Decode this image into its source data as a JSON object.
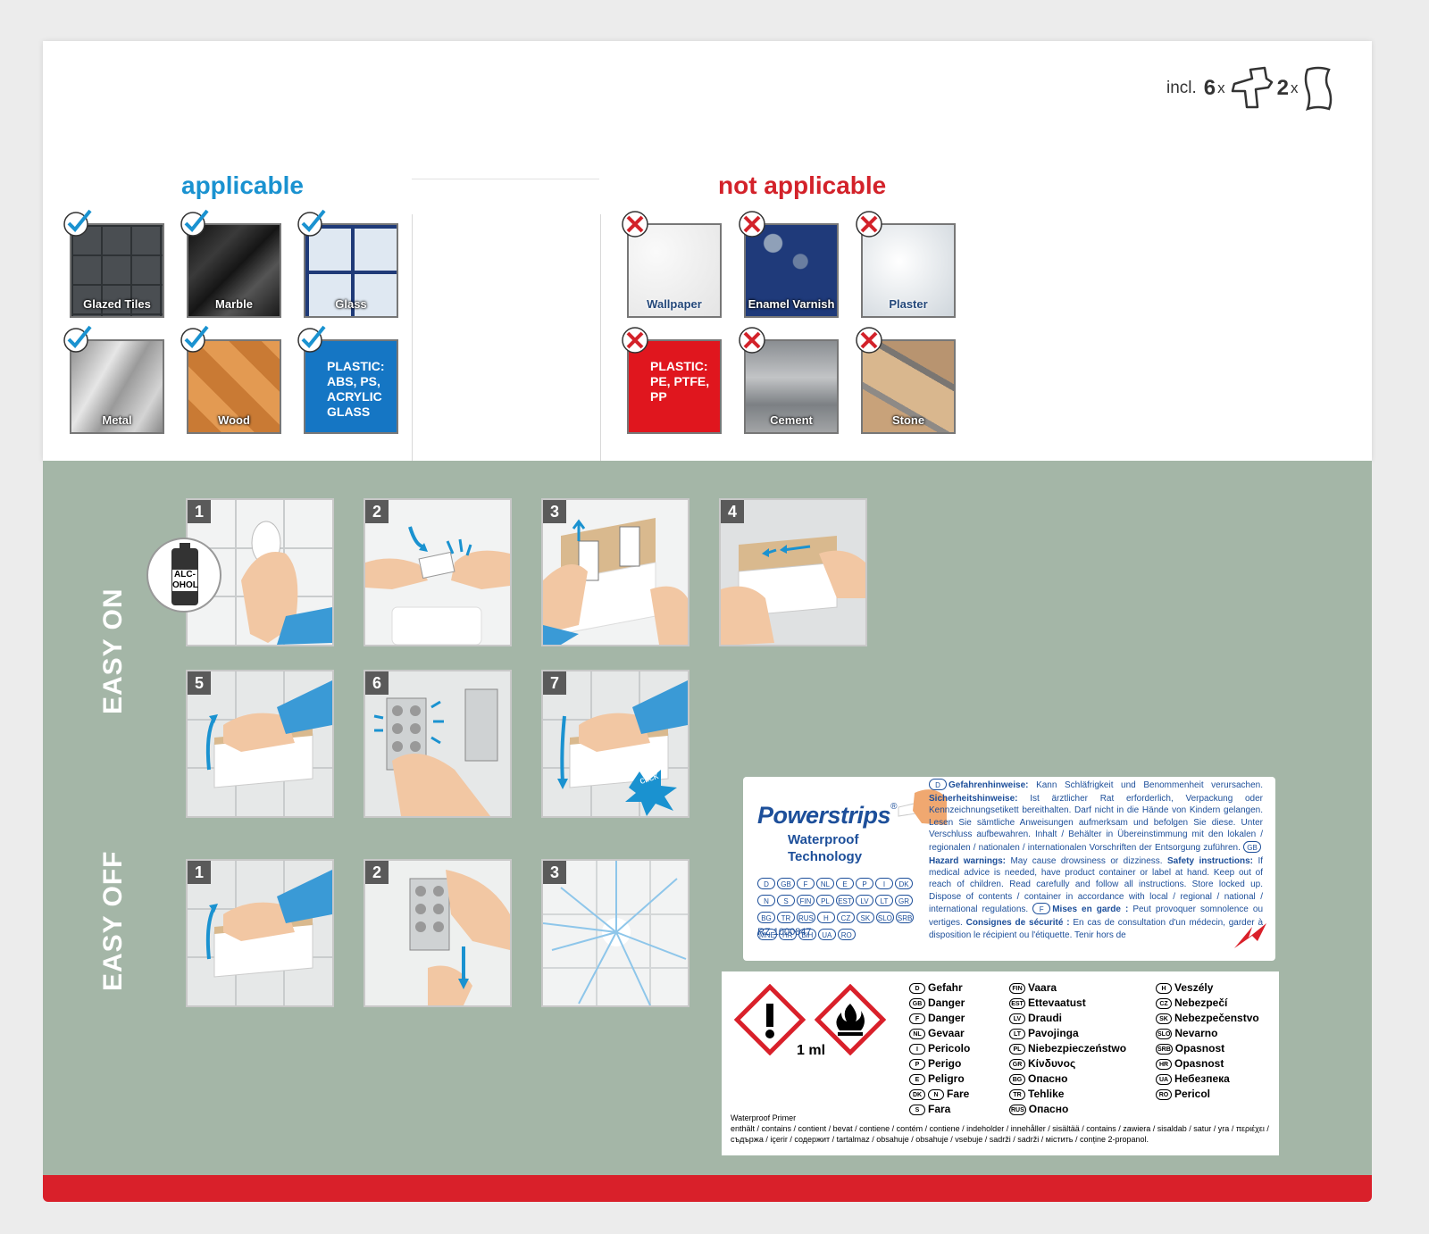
{
  "includes": {
    "prefix": "incl.",
    "count1": "6",
    "x1": "x",
    "count2": "2",
    "x2": "x"
  },
  "applicable": {
    "heading": "applicable",
    "tiles": [
      "Glazed Tiles",
      "Marble",
      "Glass",
      "Metal",
      "Wood"
    ],
    "plastic": [
      "PLASTIC:",
      "ABS, PS,",
      "ACRYLIC",
      "GLASS"
    ]
  },
  "not_applicable": {
    "heading": "not applicable",
    "tiles": [
      "Wallpaper",
      "Enamel Varnish",
      "Plaster",
      "Cement",
      "Stone"
    ],
    "plastic": [
      "PLASTIC:",
      "PE, PTFE,",
      "PP"
    ]
  },
  "easy_on": {
    "label": "EASY ON",
    "steps": [
      "1",
      "2",
      "3",
      "4",
      "5",
      "6",
      "7"
    ],
    "alcohol": [
      "ALC-",
      "OHOL"
    ],
    "click": "click"
  },
  "easy_off": {
    "label": "EASY OFF",
    "steps": [
      "1",
      "2",
      "3"
    ]
  },
  "label": {
    "brand": "Powerstrips",
    "reg": "®",
    "tag1": "Waterproof",
    "tag2": "Technology",
    "codes": [
      "D",
      "GB",
      "F",
      "NL",
      "E",
      "P",
      "I",
      "DK",
      "N",
      "S",
      "FIN",
      "PL",
      "EST",
      "LV",
      "LT",
      "GR",
      "BG",
      "TR",
      "RUS",
      "H",
      "CZ",
      "SK",
      "SLO",
      "SRB",
      "MNE",
      "HR",
      "BiH",
      "UA",
      "RO"
    ],
    "rz": "RZ 1000847",
    "h1_code": "D",
    "h1_title": "Gefahrenhinweise:",
    "h1_text": "Kann Schläfrigkeit und Benommenheit verursachen.",
    "h2_title": "Sicherheitshinweise:",
    "h2_text": "Ist ärztlicher Rat erforderlich, Verpackung oder Kennzeichnungsetikett bereithalten. Darf nicht in die Hände von Kindern gelangen. Lesen Sie sämtliche Anweisungen aufmerksam und befolgen Sie diese. Unter Verschluss aufbewahren. Inhalt / Behälter in Übereinstimmung mit den lokalen / regionalen / nationalen / internationalen Vorschriften der Entsorgung zuführen.",
    "h3_code": "GB",
    "h3_title": "Hazard warnings:",
    "h3_text": "May cause drowsiness or dizziness.",
    "h4_title": "Safety instructions:",
    "h4_text": "If medical advice is needed, have product container or label at hand. Keep out of reach of children. Read carefully and follow all instructions. Store locked up. Dispose of contents / container in accordance with local / regional / national / international regulations.",
    "h5_code": "F",
    "h5_title": "Mises en garde :",
    "h5_text": "Peut provoquer somnolence ou vertiges.",
    "h6_title": "Consignes de sécurité :",
    "h6_text": "En cas de consultation d'un médecin, garder à disposition le récipient ou l'étiquette. Tenir hors de"
  },
  "warnings": {
    "volume": "1 ml",
    "col1": [
      [
        "D",
        "Gefahr"
      ],
      [
        "GB",
        "Danger"
      ],
      [
        "F",
        "Danger"
      ],
      [
        "NL",
        "Gevaar"
      ],
      [
        "I",
        "Pericolo"
      ],
      [
        "P",
        "Perigo"
      ],
      [
        "E",
        "Peligro"
      ],
      [
        "DK",
        "N",
        "Fare"
      ],
      [
        "S",
        "Fara"
      ]
    ],
    "col2": [
      [
        "FIN",
        "Vaara"
      ],
      [
        "EST",
        "Ettevaatust"
      ],
      [
        "LV",
        "Draudi"
      ],
      [
        "LT",
        "Pavojinga"
      ],
      [
        "PL",
        "Niebezpieczeństwo"
      ],
      [
        "GR",
        "Κίνδυνος"
      ],
      [
        "BG",
        "Опасно"
      ],
      [
        "TR",
        "Tehlike"
      ],
      [
        "RUS",
        "Опасно"
      ]
    ],
    "col3": [
      [
        "H",
        "Veszély"
      ],
      [
        "CZ",
        "Nebezpečí"
      ],
      [
        "SK",
        "Nebezpečenstvo"
      ],
      [
        "SLO",
        "Nevarno"
      ],
      [
        "SRB",
        "Opasnost"
      ],
      [
        "HR",
        "Opasnost"
      ],
      [
        "UA",
        "Небезпека"
      ],
      [
        "RO",
        "Pericol"
      ]
    ],
    "primer_title": "Waterproof Primer",
    "primer_text": "enthält / contains / contient / bevat / contiene / contém / contiene / indeholder / innehåller / sisältää / contains / zawiera / sisaldab / satur / yra / περιέχει / съдържа / içerir / содержит / tartalmaz / obsahuje / obsahuje / vsebuje / sadrži / sadrži / містить / conține 2-propanol."
  },
  "colors": {
    "applicable": "#1a92d0",
    "not_applicable": "#d3222a",
    "panel": "#a4b6a7",
    "band": "#d9202a",
    "brand": "#1d4f9a"
  }
}
